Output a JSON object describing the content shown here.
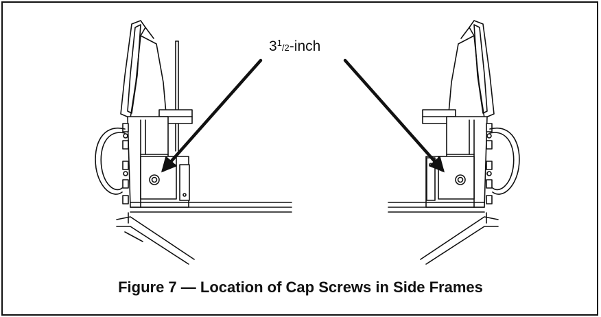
{
  "diagram": {
    "callout": {
      "whole": "3",
      "numerator": "1",
      "denominator": "2",
      "unit": "-inch"
    },
    "caption": "Figure 7 — Location of Cap Screws in Side Frames"
  }
}
